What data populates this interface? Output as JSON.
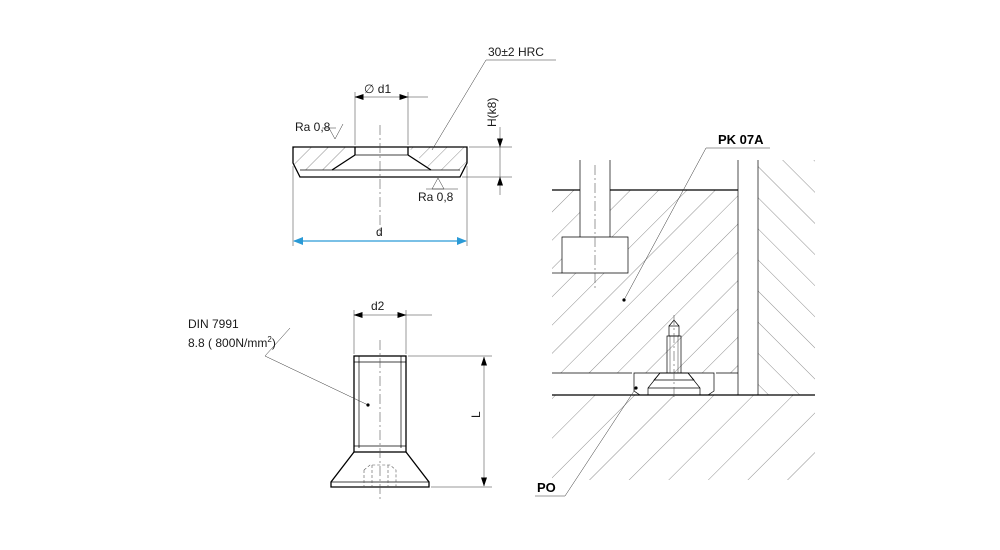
{
  "washer": {
    "hardness": "30±2 HRC",
    "bore_dim": "∅ d1",
    "height_dim": "H(k8)",
    "roughness_top": "Ra 0,8",
    "roughness_bottom": "Ra 0,8",
    "diameter_dim": "d"
  },
  "screw": {
    "standard": "DIN 7991",
    "grade_prefix": "8.8 ( 800N/mm",
    "grade_sup": "2",
    "grade_suffix": ")",
    "head_dim": "d2",
    "length_dim": "L"
  },
  "assembly": {
    "part_upper": "PK 07A",
    "part_lower": "PO"
  },
  "colors": {
    "dimension_accent": "#2a9ad6",
    "line": "#000000"
  }
}
